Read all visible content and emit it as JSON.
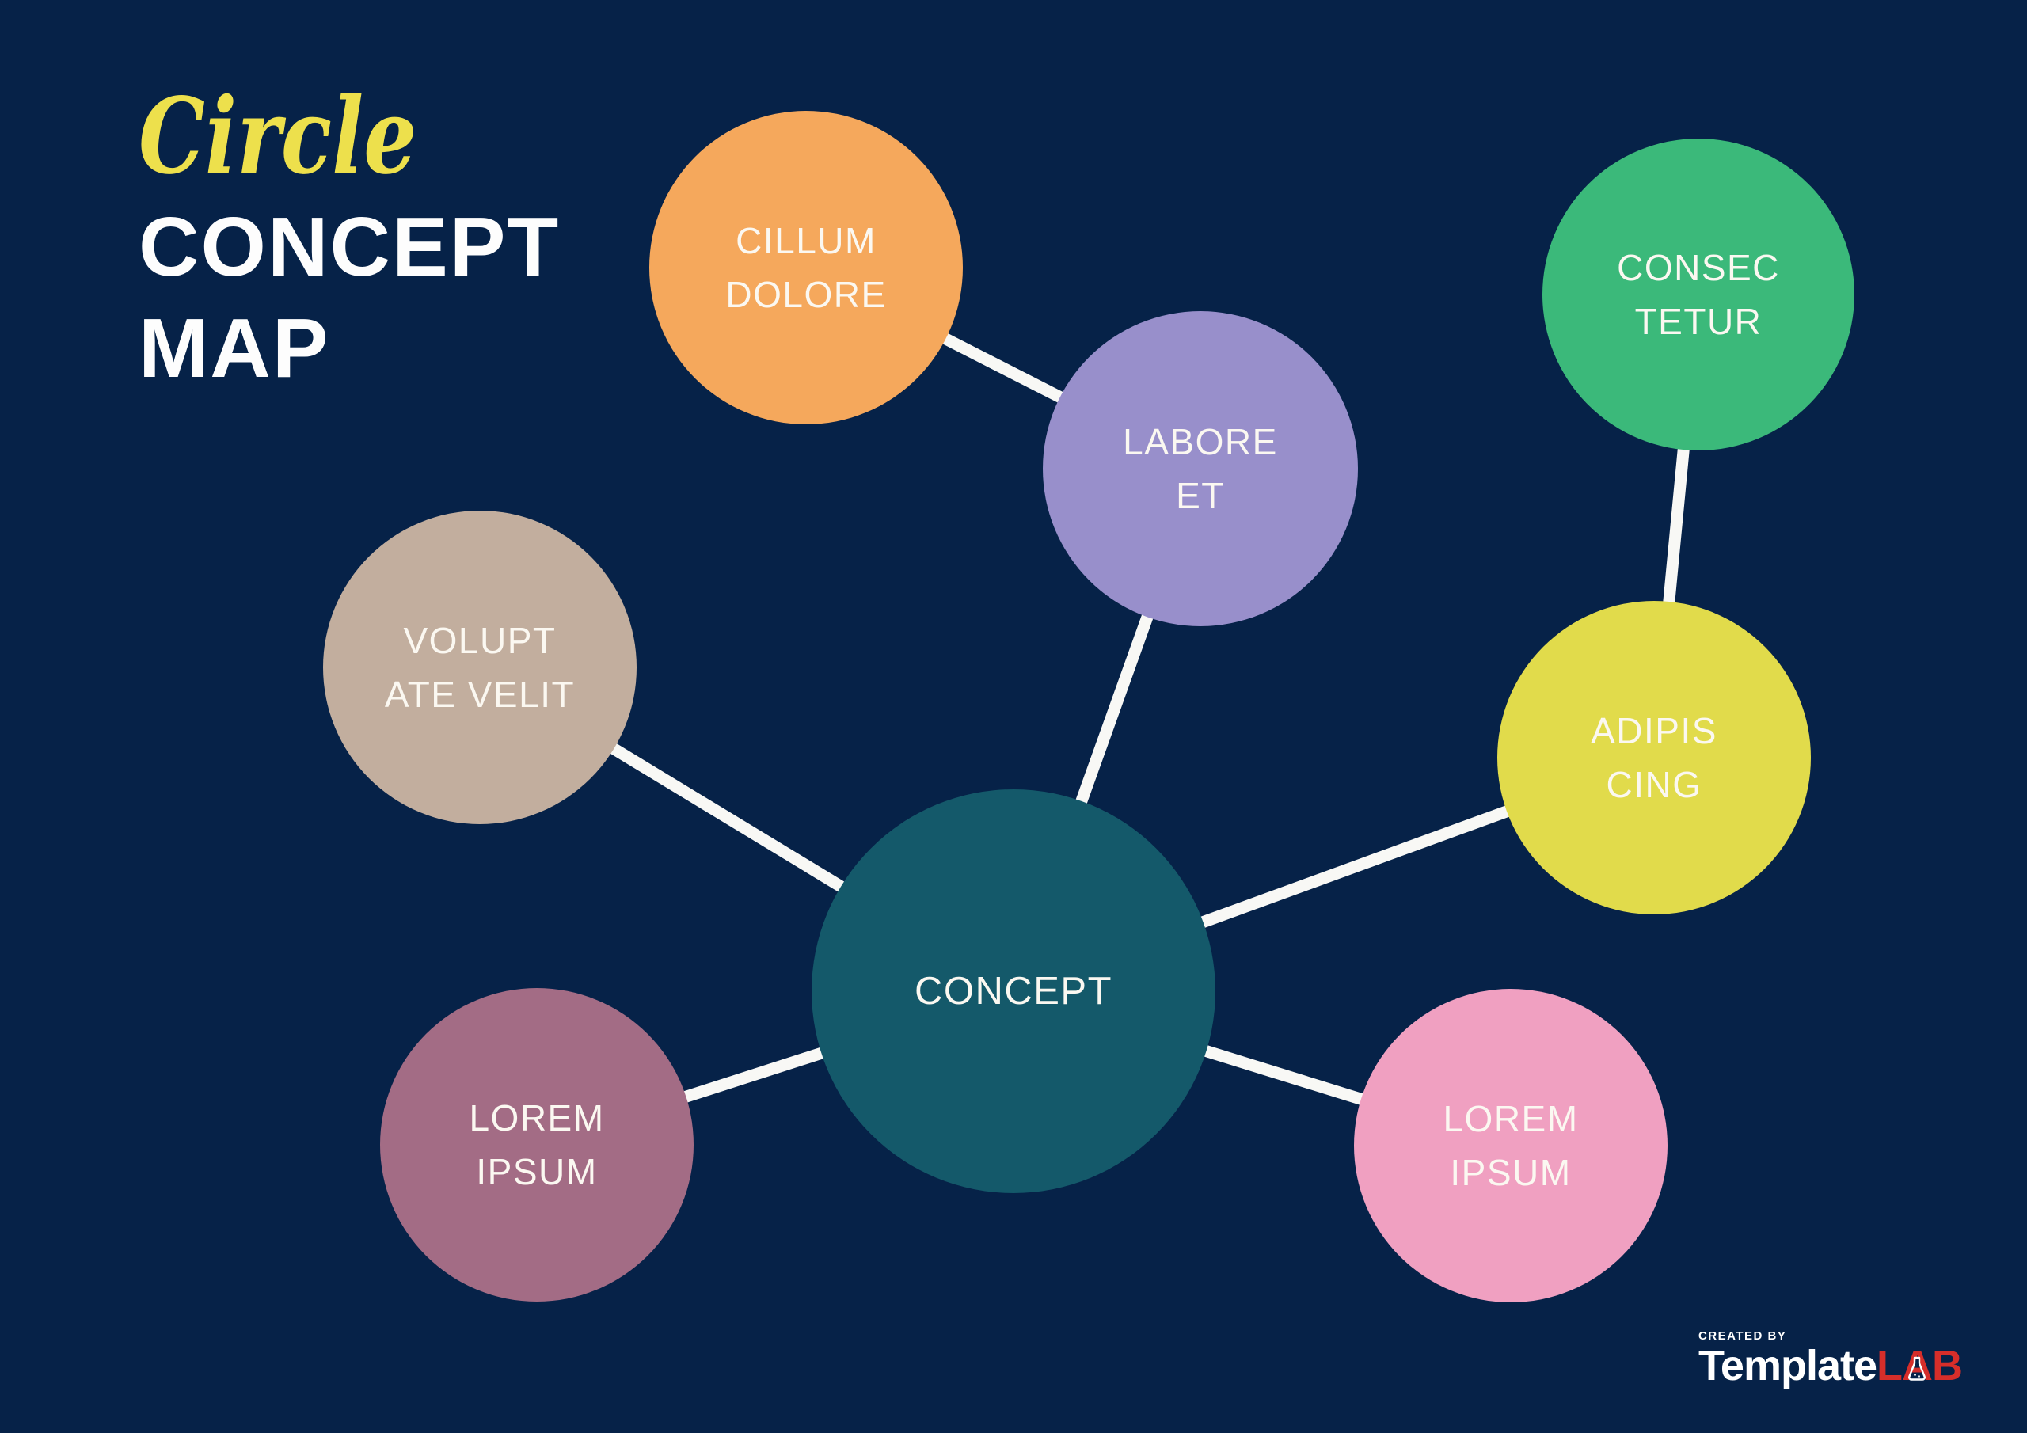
{
  "title": {
    "script": "Circle",
    "line1": "CONCEPT",
    "line2": "MAP"
  },
  "colors": {
    "background": "#062248",
    "connector": "#F8F8F5",
    "title_accent": "#EDE04C",
    "title_text": "#FDFDFD",
    "node_text": "#FBF8F1"
  },
  "nodes": {
    "concept": {
      "label": "CONCEPT",
      "color": "#14596A"
    },
    "cillum_dolore": {
      "line1": "CILLUM",
      "line2": "DOLORE",
      "color": "#F5A85C"
    },
    "labore_et": {
      "line1": "LABORE",
      "line2": "ET",
      "color": "#988FCB"
    },
    "consectetur": {
      "line1": "CONSEC",
      "line2": "TETUR",
      "color": "#3BB97A"
    },
    "adipiscing": {
      "line1": "ADIPIS",
      "line2": "CING",
      "color": "#E1DB4B"
    },
    "voluptate_velit": {
      "line1": "VOLUPT",
      "line2": "ATE VELIT",
      "color": "#C2AE9E"
    },
    "lorem_ipsum_left": {
      "line1": "LOREM",
      "line2": "IPSUM",
      "color": "#A36C85"
    },
    "lorem_ipsum_right": {
      "line1": "LOREM",
      "line2": "IPSUM",
      "color": "#F0A0C1"
    }
  },
  "connections": [
    {
      "from": "cillum_dolore",
      "to": "labore_et"
    },
    {
      "from": "labore_et",
      "to": "concept"
    },
    {
      "from": "consectetur",
      "to": "adipiscing"
    },
    {
      "from": "adipiscing",
      "to": "concept"
    },
    {
      "from": "voluptate_velit",
      "to": "concept"
    },
    {
      "from": "lorem_ipsum_left",
      "to": "concept"
    },
    {
      "from": "lorem_ipsum_right",
      "to": "concept"
    }
  ],
  "logo": {
    "created_by": "CREATED BY",
    "brand_white": "Template",
    "brand_red": "LAB",
    "brand_red_color": "#D62E2A",
    "flask_icon": "flask-icon"
  }
}
